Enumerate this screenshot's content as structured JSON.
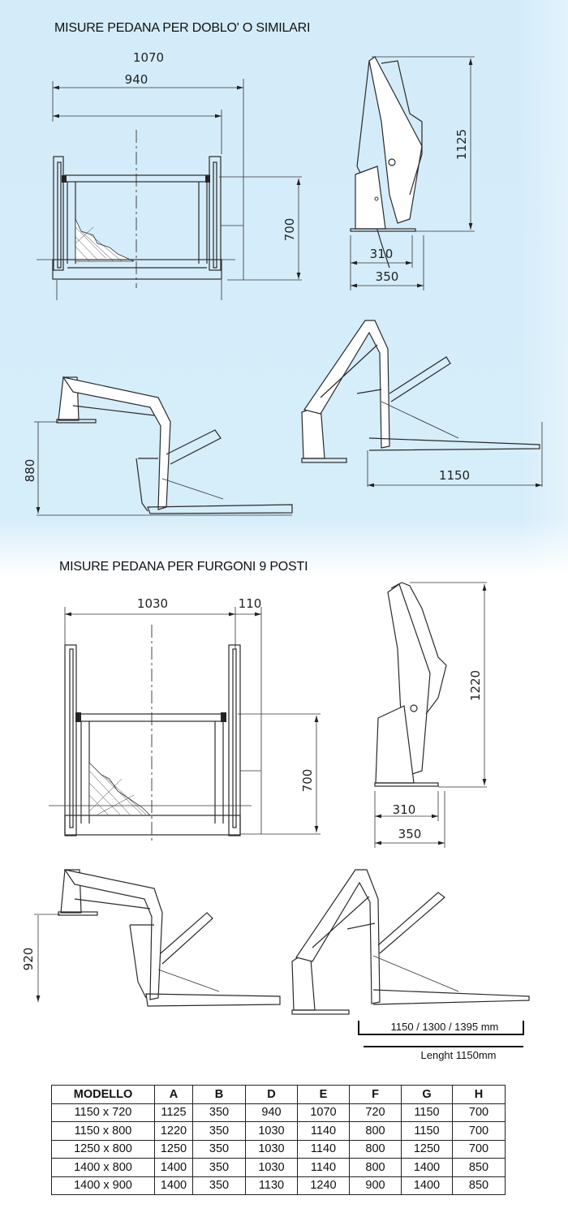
{
  "section1": {
    "title": "MISURE PEDANA PER DOBLO' O SIMILARI",
    "front_view": {
      "width_outer": "1070",
      "width_inner": "940",
      "height": "700"
    },
    "side_view": {
      "height": "1125",
      "depth_inner": "310",
      "depth_outer": "350"
    },
    "deployed_view": {
      "height": "880",
      "length": "1150"
    }
  },
  "section2": {
    "title": "MISURE PEDANA PER FURGONI 9 POSTI",
    "front_view": {
      "width": "1030",
      "offset": "110",
      "height": "700"
    },
    "side_view": {
      "height": "1220",
      "depth_inner": "310",
      "depth_outer": "350"
    },
    "deployed_view": {
      "height": "920",
      "length_options": "1150 / 1300 / 1395  mm",
      "length_note": "Lenght 1150mm"
    }
  },
  "table": {
    "headers": [
      "MODELLO",
      "A",
      "B",
      "D",
      "E",
      "F",
      "G",
      "H"
    ],
    "rows": [
      [
        "1150 x 720",
        "1125",
        "350",
        "940",
        "1070",
        "720",
        "1150",
        "700"
      ],
      [
        "1150 x 800",
        "1220",
        "350",
        "1030",
        "1140",
        "800",
        "1150",
        "700"
      ],
      [
        "1250 x 800",
        "1250",
        "350",
        "1030",
        "1140",
        "800",
        "1250",
        "700"
      ],
      [
        "1400 x 800",
        "1400",
        "350",
        "1030",
        "1140",
        "800",
        "1400",
        "850"
      ],
      [
        "1400 x 900",
        "1400",
        "350",
        "1130",
        "1240",
        "900",
        "1400",
        "850"
      ]
    ]
  }
}
